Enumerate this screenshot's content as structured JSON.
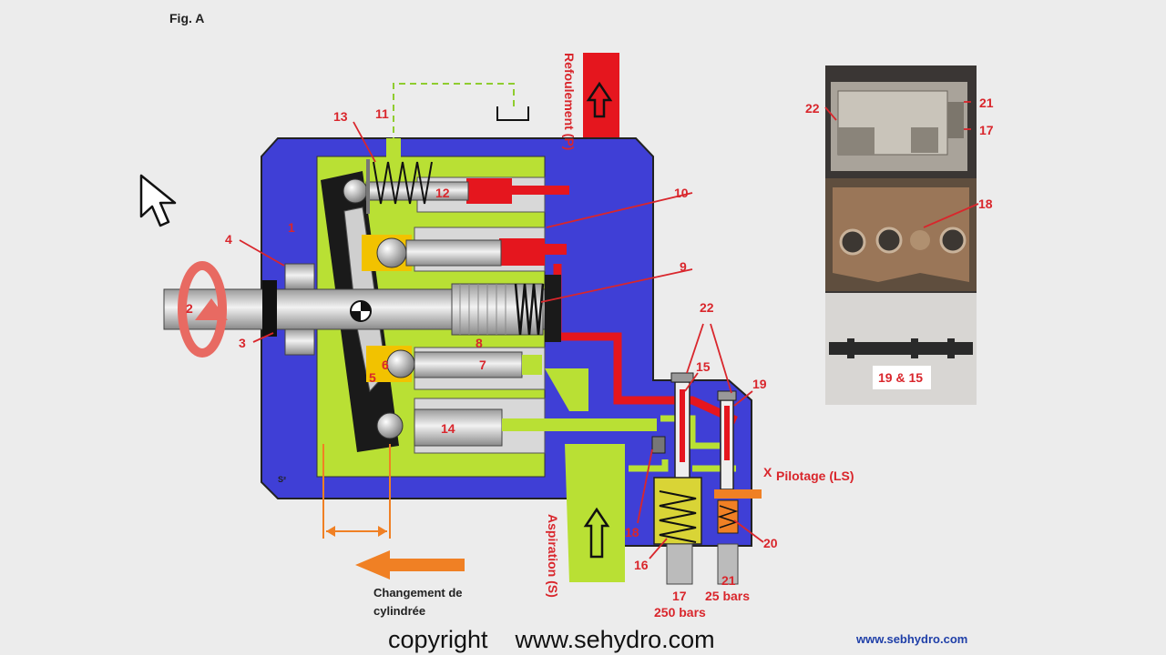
{
  "figure_title": "Fig. A",
  "port_labels": {
    "refoulement": "Refoulement (P)",
    "aspiration": "Aspiration (S)",
    "pilotage": "Pilotage (LS)",
    "x_mark": "X"
  },
  "body_label": "S²",
  "part_numbers": {
    "n1": "1",
    "n2": "2",
    "n3": "3",
    "n4": "4",
    "n5": "5",
    "n6": "6",
    "n7": "7",
    "n8": "8",
    "n9": "9",
    "n10": "10",
    "n11": "11",
    "n12": "12",
    "n13": "13",
    "n14": "14",
    "n15": "15",
    "n16": "16",
    "n17": "17",
    "n18": "18",
    "n19": "19",
    "n20": "20",
    "n21": "21",
    "n22": "22"
  },
  "pressure_labels": {
    "p250": "250 bars",
    "p25": "25 bars"
  },
  "displacement_caption": {
    "line1": "Changement de",
    "line2": "cylindrée"
  },
  "photo_labels": {
    "p22": "22",
    "p21": "21",
    "p17": "17",
    "p18": "18",
    "p1915": "19 & 15"
  },
  "footer": {
    "copyright": "copyright    www.sehydro.com",
    "site": "www.sebhydro.com"
  },
  "colors": {
    "body": "#3f3fd6",
    "green": "#b9e034",
    "red": "#e5161e",
    "orange": "#f08024",
    "yellow": "#f2c200",
    "label_red": "#d9262c"
  }
}
